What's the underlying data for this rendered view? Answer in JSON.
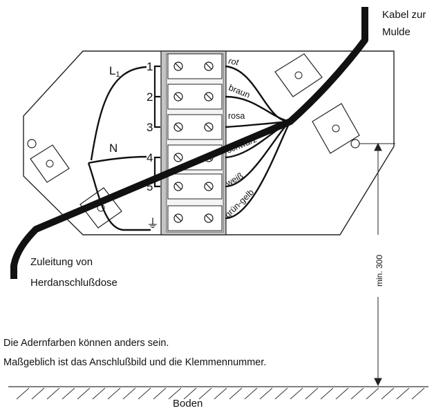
{
  "labels": {
    "cable_top": [
      "Kabel zur",
      "Mulde"
    ],
    "cable_bottom": [
      "Zuleitung von",
      "Herdanschlußdose"
    ],
    "phase": "L",
    "phase_sub": "1",
    "neutral": "N",
    "ground_symbol": "⏚",
    "dimension": "min. 300",
    "floor": "Boden"
  },
  "terminals": [
    {
      "number": "1",
      "wire": "rot"
    },
    {
      "number": "2",
      "wire": "braun"
    },
    {
      "number": "3",
      "wire": "rosa"
    },
    {
      "number": "4",
      "wire": "schwarz"
    },
    {
      "number": "5",
      "wire": "weiß"
    },
    {
      "number": "",
      "wire": "grün-gelb"
    }
  ],
  "note": {
    "line1": "Die Adernfarben können anders sein.",
    "line2": "Maßgeblich ist das Anschlußbild und die Klemmennummer."
  }
}
